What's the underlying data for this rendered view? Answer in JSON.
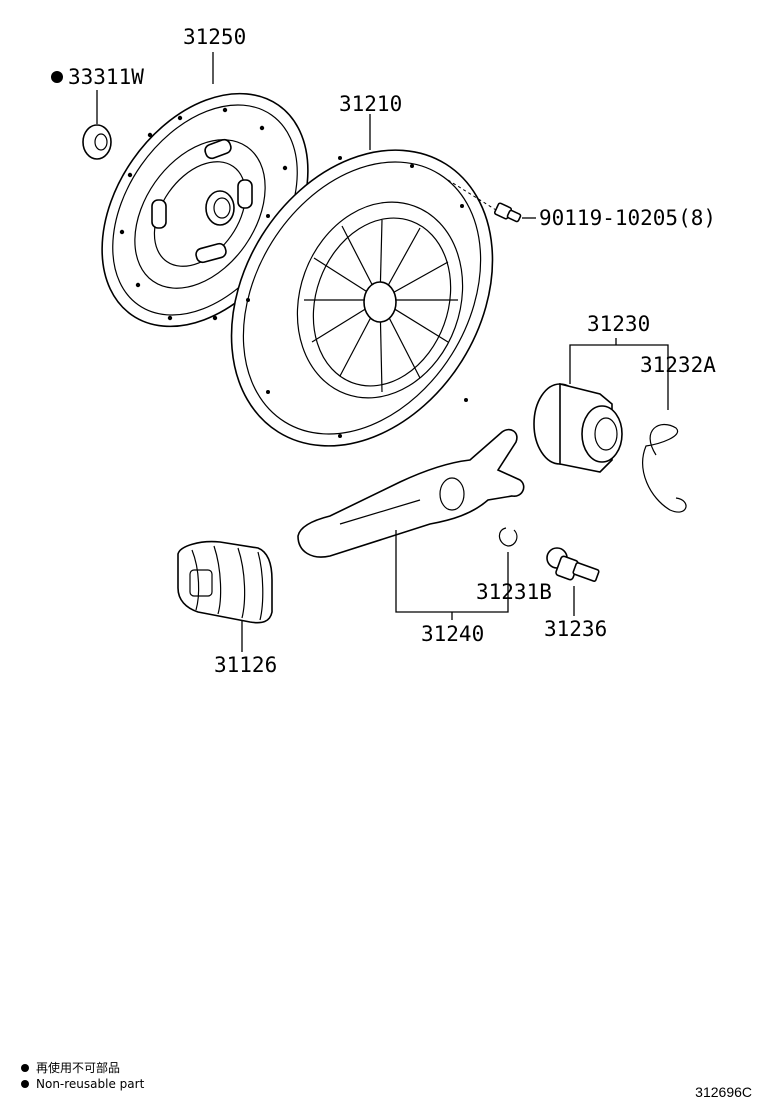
{
  "diagram_code": "312696C",
  "legend": [
    {
      "marker": "●",
      "text": "再使用不可部品"
    },
    {
      "marker": "●",
      "text": "Non-reusable part"
    }
  ],
  "parts": [
    {
      "number": "31250",
      "description_icon": "clutch-disc"
    },
    {
      "number": "33311W",
      "non_reusable": true,
      "marker": "●",
      "description_icon": "pilot-bearing"
    },
    {
      "number": "31210",
      "description_icon": "clutch-cover"
    },
    {
      "number": "90119-10205(8)",
      "description_icon": "bolt"
    },
    {
      "number": "31230",
      "description_icon": "release-bearing"
    },
    {
      "number": "31232A",
      "description_icon": "retaining-clip"
    },
    {
      "number": "31231B",
      "description_icon": "snap-ring"
    },
    {
      "number": "31240",
      "description_icon": "release-fork"
    },
    {
      "number": "31236",
      "description_icon": "fork-support"
    },
    {
      "number": "31126",
      "description_icon": "boot"
    }
  ]
}
